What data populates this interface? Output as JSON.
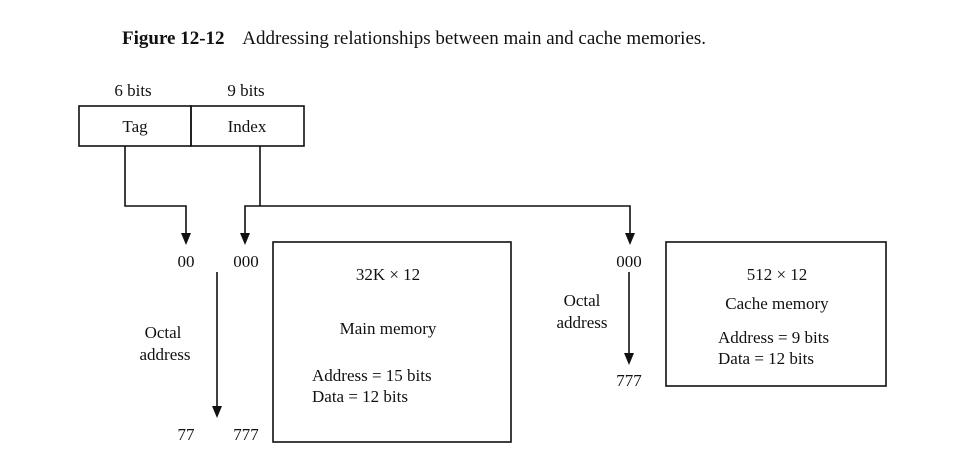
{
  "figure": {
    "label": "Figure 12-12",
    "caption": "Addressing relationships between main and cache memories."
  },
  "address_field": {
    "tag_bits": "6 bits",
    "index_bits": "9 bits",
    "tag_label": "Tag",
    "index_label": "Index"
  },
  "main_memory": {
    "start_tag": "00",
    "start_index": "000",
    "end_tag": "77",
    "end_index": "777",
    "octal_line1": "Octal",
    "octal_line2": "address",
    "size": "32K × 12",
    "name": "Main memory",
    "address": "Address = 15 bits",
    "data": "Data = 12 bits"
  },
  "cache_memory": {
    "start_index": "000",
    "end_index": "777",
    "octal_line1": "Octal",
    "octal_line2": "address",
    "size": "512 × 12",
    "name": "Cache memory",
    "address": "Address = 9 bits",
    "data": "Data = 12 bits"
  }
}
